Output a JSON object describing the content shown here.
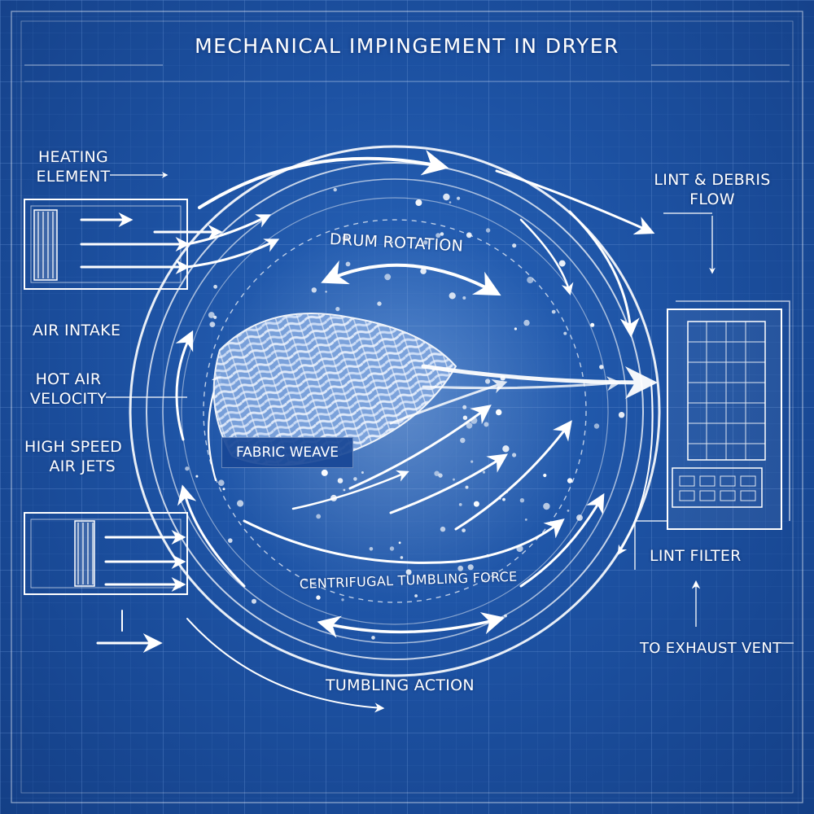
{
  "title": "MECHANICAL IMPINGEMENT IN DRYER",
  "colors": {
    "background": "#1d52a3",
    "line": "#ffffff",
    "grid": "#4f7fc9"
  },
  "labels": {
    "heating_element": {
      "line1": "HEATING",
      "line2": "ELEMENT"
    },
    "lint_debris_flow": {
      "line1": "LINT & DEBRIS",
      "line2": "FLOW"
    },
    "drum_rotation": "DRUM ROTATION",
    "air_intake": "AIR INTAKE",
    "hot_air_velocity": {
      "line1": "HOT AIR",
      "line2": "VELOCITY"
    },
    "high_speed_air_jets": {
      "line1": "HIGH SPEED",
      "line2": "AIR JETS"
    },
    "fabric_weave": "FABRIC WEAVE",
    "lint_filter": "LINT FILTER",
    "centrifugal_tumbling_force": "CENTRIFUGAL TUMBLING FORCE",
    "to_exhaust_vent": "TO EXHAUST VENT",
    "tumbling_action": "TUMBLING ACTION"
  }
}
